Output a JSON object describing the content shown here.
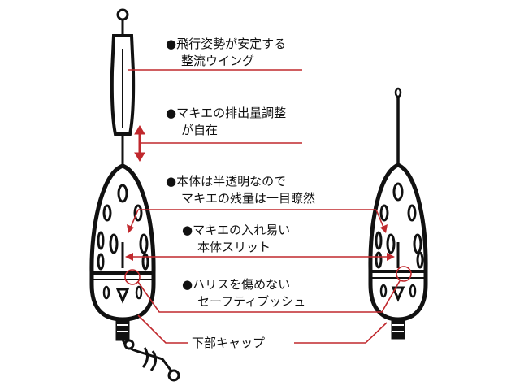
{
  "colors": {
    "callout_line": "#c0282d",
    "outline": "#111111",
    "body_fill": "#ffffff"
  },
  "labels": {
    "wing_1": "●飛行姿勢が安定する",
    "wing_2": "整流ウイング",
    "release_1": "●マキエの排出量調整",
    "release_2": "が自在",
    "body_1": "●本体は半透明なので",
    "body_2": "マキエの残量は一目瞭然",
    "slit_1": "●マキエの入れ易い",
    "slit_2": "本体スリット",
    "guard_1": "●ハリスを傷めない",
    "guard_2": "セーフティブッシュ",
    "cap": "下部キャップ"
  }
}
